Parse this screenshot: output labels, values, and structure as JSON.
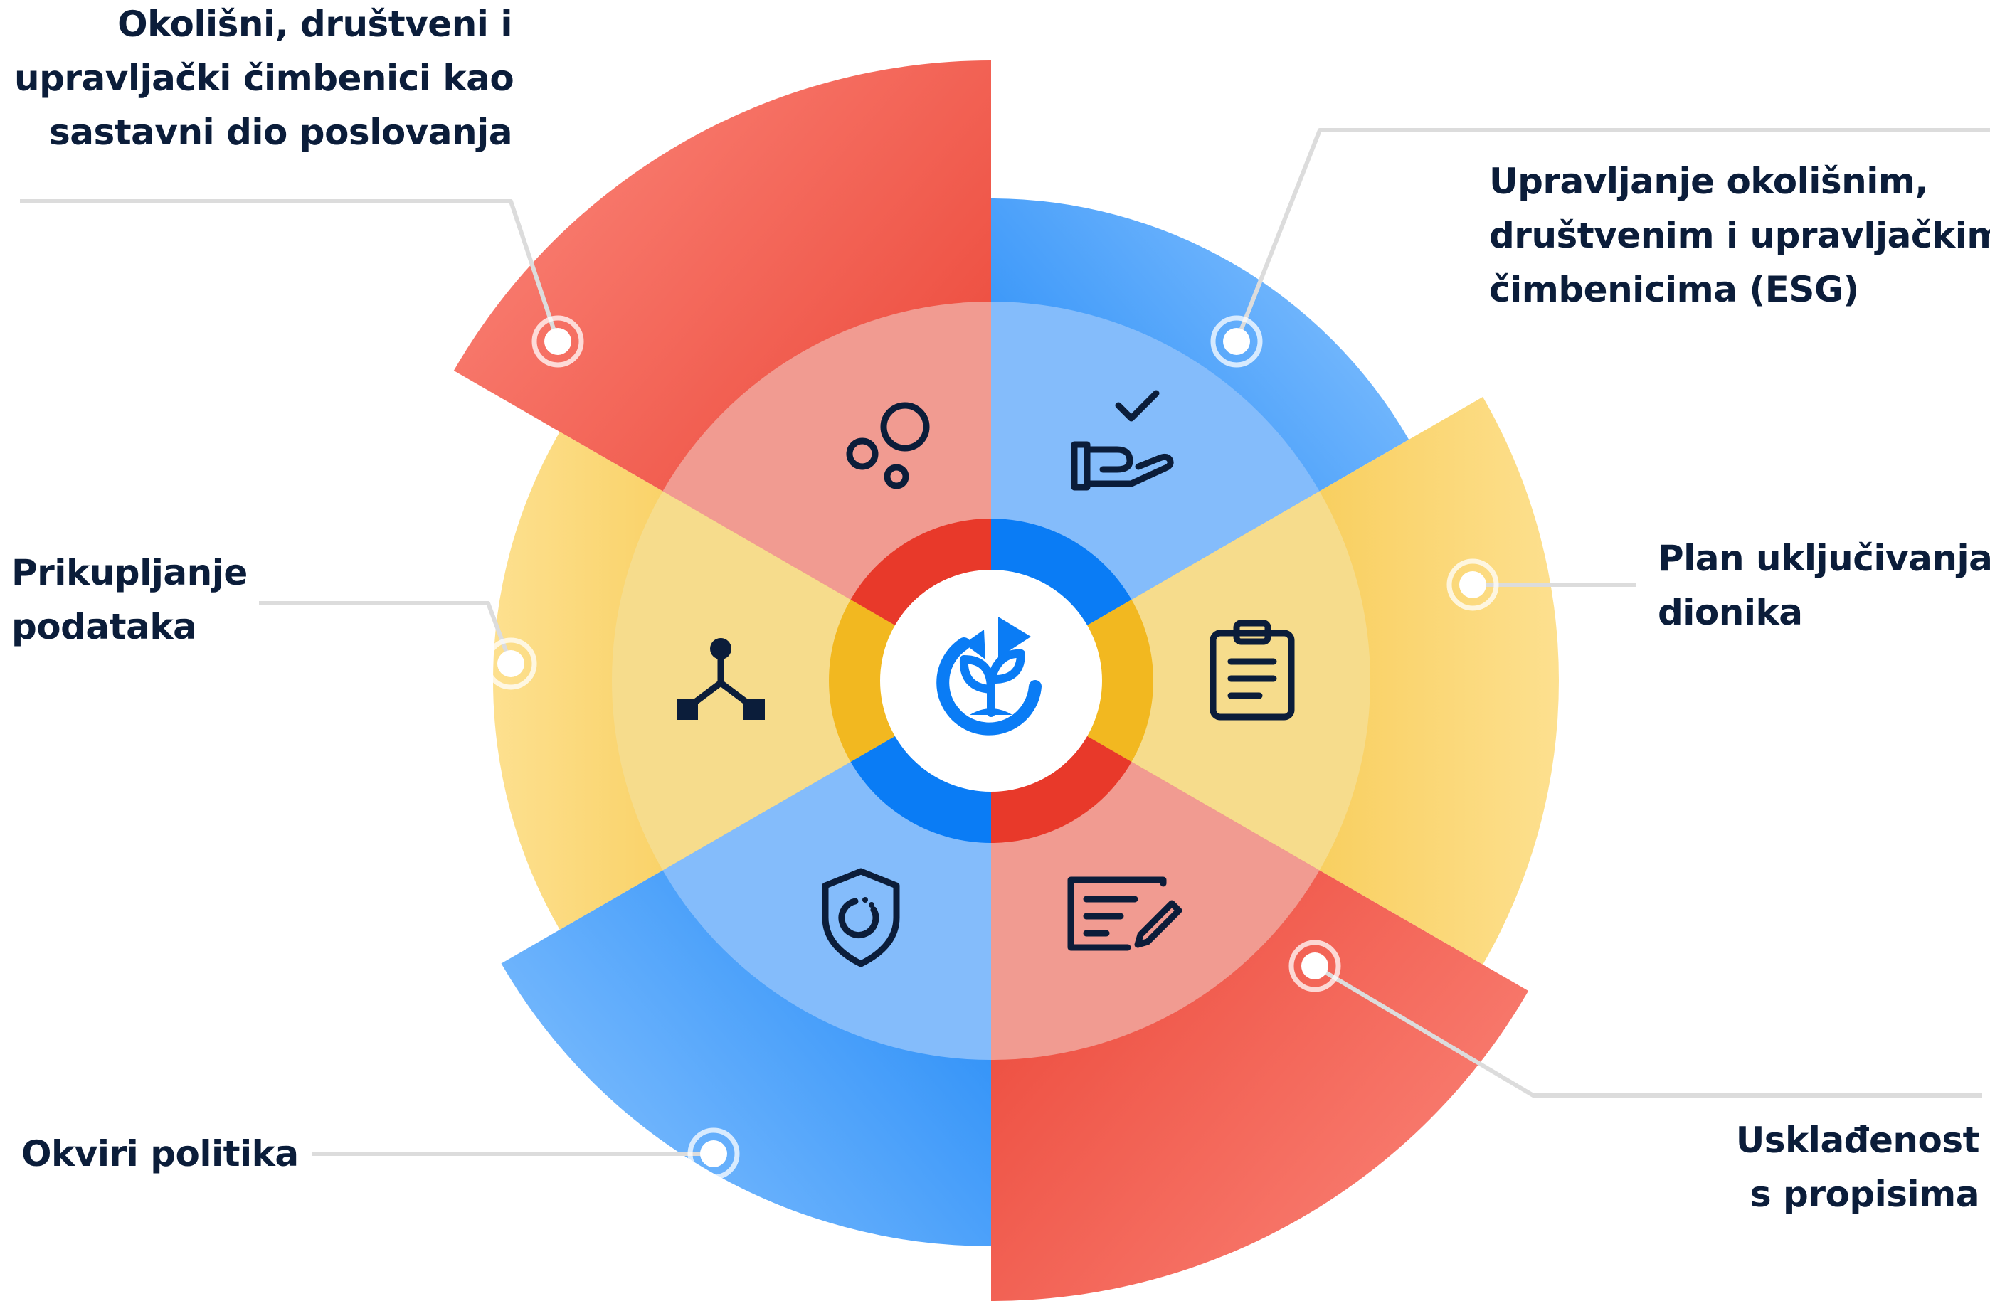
{
  "segments": [
    {
      "id": "esg-integration",
      "icon": "bubbles-icon",
      "label_lines": [
        "Okolišni, društveni i",
        "upravljački čimbenici kao",
        "sastavni dio poslovanja"
      ]
    },
    {
      "id": "esg-management",
      "icon": "hand-check-icon",
      "label_lines": [
        "Upravljanje okolišnim,",
        "društvenim i upravljačkim",
        "čimbenicima (ESG)"
      ]
    },
    {
      "id": "stakeholder-plan",
      "icon": "clipboard-icon",
      "label_lines": [
        "Plan uključivanja",
        "dionika"
      ]
    },
    {
      "id": "compliance",
      "icon": "edit-document-icon",
      "label_lines": [
        "Usklađenost",
        "s propisima"
      ]
    },
    {
      "id": "policy-frameworks",
      "icon": "shield-icon",
      "label_lines": [
        "Okviri politika"
      ]
    },
    {
      "id": "data-collection",
      "icon": "hierarchy-icon",
      "label_lines": [
        "Prikupljanje",
        "podataka"
      ]
    }
  ],
  "center_icon": "recycle-plant-icon",
  "colors": {
    "red": "#e8392a",
    "red_light": "#fc8a7e",
    "red_pale": "#f19b91",
    "blue": "#0a7cf5",
    "blue_light": "#8ec6ff",
    "blue_pale": "#84bcfb",
    "yellow": "#f2b820",
    "yellow_light": "#fde08f",
    "yellow_pale": "#f6dc8c",
    "navy": "#0b1d3a",
    "leader": "#dcdcdc"
  }
}
